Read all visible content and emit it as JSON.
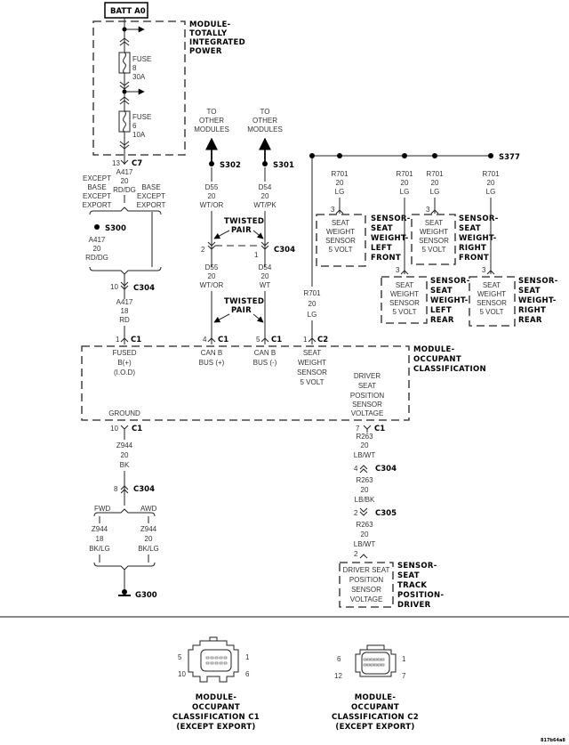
{
  "battery": {
    "label": "BATT A0"
  },
  "tipm": {
    "title": [
      "MODULE-",
      "TOTALLY",
      "INTEGRATED",
      "POWER"
    ],
    "fuse_upper": [
      "FUSE",
      "8",
      "30A"
    ],
    "fuse_lower": [
      "FUSE",
      "6",
      "10A"
    ],
    "connector_pin": "13",
    "connector": "C7"
  },
  "power_feed": {
    "wire_top": [
      "A417",
      "20",
      "RD/DG"
    ],
    "except_label": [
      "EXCEPT",
      "BASE",
      "EXCEPT",
      "EXPORT"
    ],
    "base_label": [
      "BASE",
      "EXCEPT",
      "EXPORT"
    ],
    "splice": "S300",
    "wire_mid": [
      "A417",
      "20",
      "RD/DG"
    ],
    "c304_pin": "10",
    "c304": "C304",
    "wire_bottom": [
      "A417",
      "18",
      "RD"
    ],
    "c1_pin": "1",
    "c1": "C1"
  },
  "can_bus": {
    "to_other_left": [
      "TO",
      "OTHER",
      "MODULES"
    ],
    "to_other_right": [
      "TO",
      "OTHER",
      "MODULES"
    ],
    "splice_left": "S302",
    "splice_right": "S301",
    "wire_left_top": [
      "D55",
      "20",
      "WT/OR"
    ],
    "wire_right_top": [
      "D54",
      "20",
      "WT/PK"
    ],
    "twisted_pair_top": [
      "TWISTED",
      "PAIR"
    ],
    "c304_left_pin": "2",
    "c304_right_pin": "1",
    "c304": "C304",
    "wire_left_bottom": [
      "D55",
      "20",
      "WT/OR"
    ],
    "wire_right_bottom": [
      "D54",
      "20",
      "WT"
    ],
    "twisted_pair_bottom": [
      "TWISTED",
      "PAIR"
    ],
    "c1_left_pin": "4",
    "c1_right_pin": "5",
    "c1": "C1"
  },
  "seat_weight_bus": {
    "splice": "S377",
    "wire": [
      "R701",
      "20",
      "LG"
    ],
    "module_pin": "1",
    "module_connector": "C2",
    "sensors": [
      {
        "pin": "3",
        "body": [
          "SEAT",
          "WEIGHT",
          "SENSOR",
          "5 VOLT"
        ],
        "title": [
          "SENSOR-",
          "SEAT",
          "WEIGHT-",
          "LEFT",
          "FRONT"
        ]
      },
      {
        "pin": "3",
        "body": [
          "SEAT",
          "WEIGHT",
          "SENSOR",
          "5 VOLT"
        ],
        "title": [
          "SENSOR-",
          "SEAT",
          "WEIGHT-",
          "RIGHT",
          "FRONT"
        ]
      },
      {
        "pin": "3",
        "body": [
          "SEAT",
          "WEIGHT",
          "SENSOR",
          "5 VOLT"
        ],
        "title": [
          "SENSOR-",
          "SEAT",
          "WEIGHT-",
          "LEFT",
          "REAR"
        ]
      },
      {
        "pin": "3",
        "body": [
          "SEAT",
          "WEIGHT",
          "SENSOR",
          "5 VOLT"
        ],
        "title": [
          "SENSOR-",
          "SEAT",
          "WEIGHT-",
          "RIGHT",
          "REAR"
        ]
      }
    ]
  },
  "occupant_module": {
    "title": [
      "MODULE-",
      "OCCUPANT",
      "CLASSIFICATION"
    ],
    "fused": [
      "FUSED",
      "B(+)",
      "(I.O.D)"
    ],
    "can_plus": [
      "CAN B",
      "BUS (+)"
    ],
    "can_minus": [
      "CAN B",
      "BUS (-)"
    ],
    "seat_weight": [
      "SEAT",
      "WEIGHT",
      "SENSOR",
      "5 VOLT"
    ],
    "driver_seat": [
      "DRIVER",
      "SEAT",
      "POSITION",
      "SENSOR",
      "VOLTAGE"
    ],
    "ground": "GROUND"
  },
  "ground_circuit": {
    "c1_pin": "10",
    "c1": "C1",
    "wire_top": [
      "Z944",
      "20",
      "BK"
    ],
    "c304_pin": "8",
    "c304": "C304",
    "fwd": "FWD",
    "awd": "AWD",
    "wire_fwd": [
      "Z944",
      "18",
      "BK/LG"
    ],
    "wire_awd": [
      "Z944",
      "20",
      "BK/LG"
    ],
    "ground": "G300"
  },
  "driver_track": {
    "c1_pin": "7",
    "c1": "C1",
    "wire_1": [
      "R263",
      "20",
      "LB/WT"
    ],
    "c304_pin": "4",
    "c304": "C304",
    "wire_2": [
      "R263",
      "20",
      "LB/BK"
    ],
    "c305_pin": "2",
    "c305": "C305",
    "wire_3": [
      "R263",
      "20",
      "LB/WT"
    ],
    "sensor_pin": "2",
    "sensor_body": [
      "DRIVER SEAT",
      "POSITION",
      "SENSOR",
      "VOLTAGE"
    ],
    "sensor_title": [
      "SENSOR-",
      "SEAT",
      "TRACK",
      "POSITION-",
      "DRIVER"
    ]
  },
  "connector_views": [
    {
      "pins_left": [
        "5",
        "10"
      ],
      "pins_right": [
        "1",
        "6"
      ],
      "caption": [
        "MODULE-",
        "OCCUPANT",
        "CLASSIFICATION C1",
        "(EXCEPT EXPORT)"
      ]
    },
    {
      "pins_left": [
        "6",
        "12"
      ],
      "pins_right": [
        "1",
        "7"
      ],
      "caption": [
        "MODULE-",
        "OCCUPANT",
        "CLASSIFICATION C2",
        "(EXCEPT EXPORT)"
      ]
    }
  ],
  "figure_id": "817b64a8"
}
